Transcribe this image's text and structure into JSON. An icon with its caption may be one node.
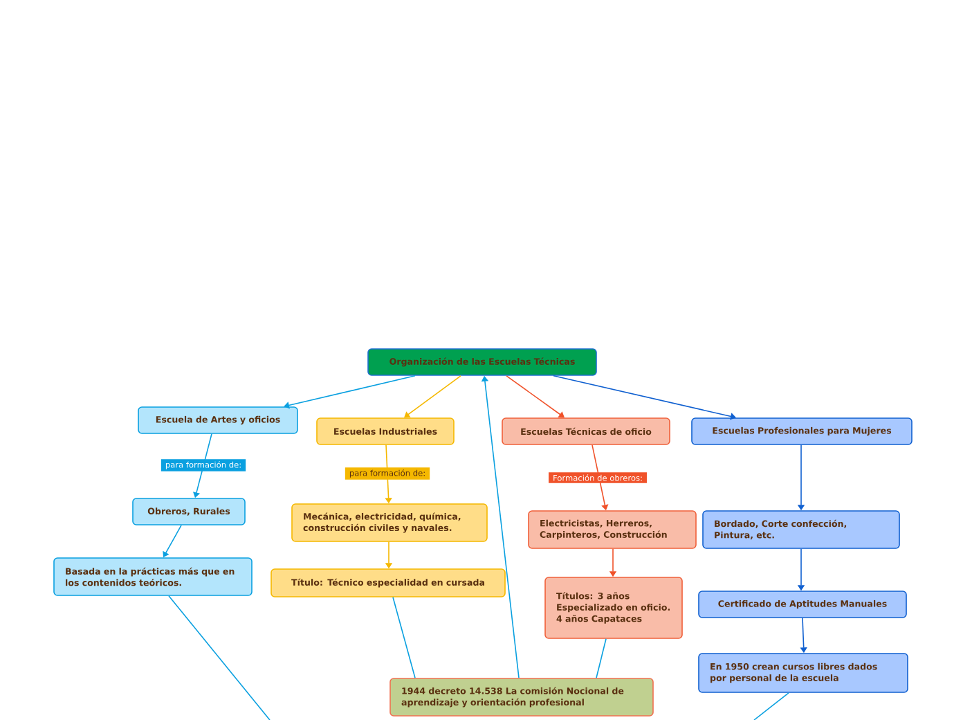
{
  "diagram": {
    "nodes": [
      {
        "text": [
          "Organización de las Escuelas Técnicas"
        ]
      },
      {
        "text": [
          "Escuela de Artes y oficios"
        ]
      },
      {
        "text": [
          "Escuelas Industriales"
        ]
      },
      {
        "text": [
          "Escuelas Técnicas de oficio"
        ]
      },
      {
        "text": [
          "Escuelas Profesionales para Mujeres"
        ]
      },
      {
        "text": [
          "Obreros, Rurales"
        ]
      },
      {
        "text": [
          "Mecánica, electricidad, química, construcción civiles y navales."
        ]
      },
      {
        "text": [
          "Electricistas, Herreros, Carpinteros, Construcción"
        ]
      },
      {
        "text": [
          "Bordado, Corte confección, Pintura, etc."
        ]
      },
      {
        "text": [
          "Basada en la prácticas más que en los contenidos teóricos."
        ]
      },
      {
        "text": [
          "Título: Técnico especialidad en cursada"
        ]
      },
      {
        "text": [
          "Títulos: 3 años Especializado en oficio. 4 años Capataces"
        ]
      },
      {
        "text": [
          "Certificado de Aptitudes Manuales"
        ]
      },
      {
        "text": [
          "En 1950 crean cursos libres dados por personal de la escuela"
        ]
      },
      {
        "text": [
          "1944 decreto 14.538 La comisión Nocional de aprendizaje y orientación profesional"
        ]
      }
    ],
    "edges": [
      {
        "from": 0,
        "to": 1,
        "arrow": "to"
      },
      {
        "from": 0,
        "to": 2,
        "arrow": "to",
        "color": "#f5b800"
      },
      {
        "from": 0,
        "to": 3,
        "arrow": "to",
        "color": "#f0522a"
      },
      {
        "from": 0,
        "to": 4,
        "arrow": "to",
        "color": "#1060d0"
      },
      {
        "from": 1,
        "to": 5,
        "arrow": "to",
        "label": "para formación de:"
      },
      {
        "from": 2,
        "to": 6,
        "arrow": "to",
        "label": "para formación de:",
        "color": "#f5b800"
      },
      {
        "from": 3,
        "to": 7,
        "arrow": "to",
        "label": "Formación de obreros:",
        "color": "#f0522a"
      },
      {
        "from": 4,
        "to": 8,
        "arrow": "to",
        "color": "#1060d0"
      },
      {
        "from": 5,
        "to": 9,
        "arrow": "to"
      },
      {
        "from": 6,
        "to": 10,
        "arrow": "to",
        "color": "#f5b800"
      },
      {
        "from": 7,
        "to": 11,
        "arrow": "to",
        "color": "#f0522a"
      },
      {
        "from": 8,
        "to": 12,
        "arrow": "to",
        "color": "#1060d0"
      },
      {
        "from": 12,
        "to": 13,
        "arrow": "to",
        "color": "#1060d0"
      },
      {
        "from": 14,
        "to": 0,
        "arrow": "to"
      },
      {
        "from": 10,
        "to": 14,
        "arrow": "none"
      },
      {
        "from": 11,
        "to": 14,
        "arrow": "none"
      },
      {
        "from": 9,
        "to": null,
        "arrow": "none"
      },
      {
        "from": 13,
        "to": null,
        "arrow": "none"
      }
    ]
  }
}
